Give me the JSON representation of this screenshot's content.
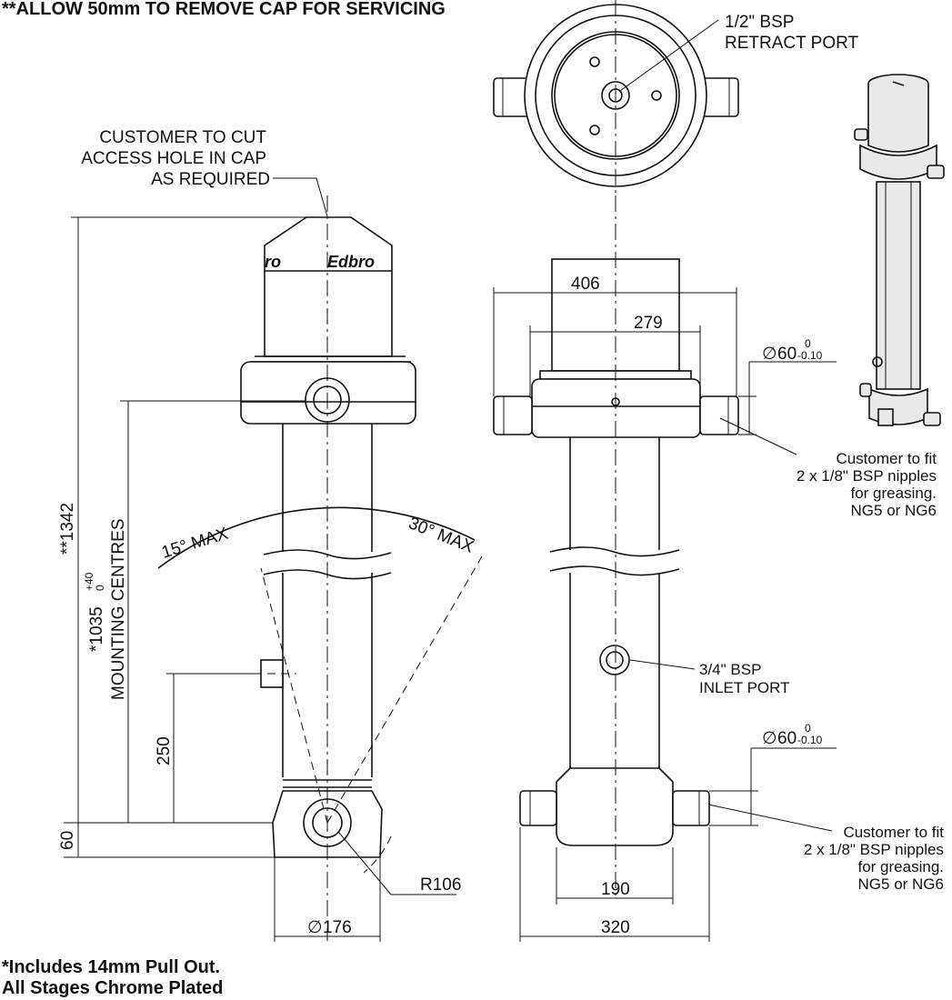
{
  "notes": {
    "allow_cap": "**ALLOW 50mm TO REMOVE CAP FOR SERVICING",
    "includes_line1": "*Includes 14mm Pull Out.",
    "includes_line2": "All Stages Chrome Plated"
  },
  "callouts": {
    "cut_line1": "CUSTOMER TO CUT",
    "cut_line2": "ACCESS HOLE IN CAP",
    "cut_line3": "AS REQUIRED",
    "retract_line1": "1/2\" BSP",
    "retract_line2": "RETRACT PORT",
    "inlet_line1": "3/4\" BSP",
    "inlet_line2": "INLET PORT",
    "grease_top": [
      "Customer to fit",
      "2 x 1/8\" BSP nipples",
      "for greasing.",
      "NG5 or NG6"
    ],
    "grease_bottom": [
      "Customer to fit",
      "2 x 1/8\" BSP nipples",
      "for greasing.",
      "NG5 or NG6"
    ],
    "brand": "Edbro",
    "brand_partial": "ro"
  },
  "dimensions": {
    "overall": "**1342",
    "mounting_value": "*1035",
    "mounting_tol_upper": "+40",
    "mounting_tol_lower": "0",
    "mounting_label": "MOUNTING CENTRES",
    "port_height": "250",
    "base": "60",
    "radius": "R106",
    "base_dia": "176",
    "cap_width": "406",
    "cap_inner": "279",
    "pin_dia_top": "60",
    "pin_dia_bottom": "60",
    "tol_upper": "0",
    "tol_lower": "-0.10",
    "base_inner": "190",
    "base_outer": "320",
    "angle_left": "15° MAX",
    "angle_right": "30° MAX",
    "dia_symbol": "∅"
  }
}
